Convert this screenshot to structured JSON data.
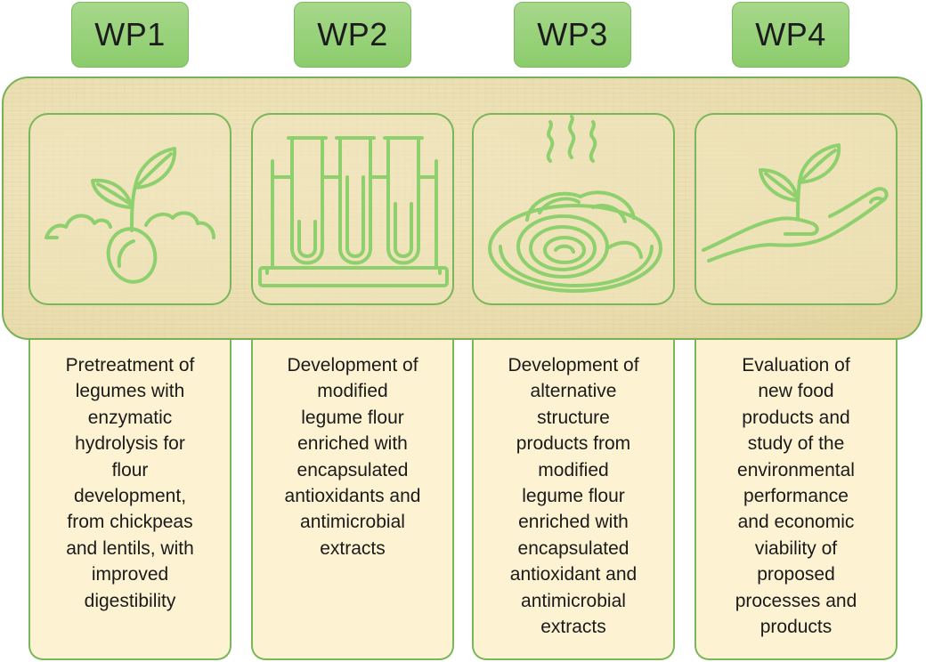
{
  "work_packages": [
    {
      "label": "WP1",
      "icon": "sprouting-seed-icon",
      "description": "Pretreatment of\nlegumes with\nenzymatic\nhydrolysis for\nflour\ndevelopment,\nfrom chickpeas\nand lentils,  with\nimproved\ndigestibility"
    },
    {
      "label": "WP2",
      "icon": "test-tubes-icon",
      "description": "Development of\nmodified\nlegume flour\nenriched with\nencapsulated\nantioxidants and\nantimicrobial\nextracts"
    },
    {
      "label": "WP3",
      "icon": "hot-food-plate-icon",
      "description": "Development of\nalternative\nstructure\nproducts from\nmodified\nlegume flour\nenriched with\nencapsulated\nantioxidant and\nantimicrobial\nextracts"
    },
    {
      "label": "WP4",
      "icon": "hand-with-plant-icon",
      "description": "Evaluation of\nnew food\nproducts and\nstudy of the\nenvironmental\nperformance\nand economic\nviability of\nproposed\nprocesses and\nproducts"
    }
  ],
  "colors": {
    "tab_green": "#8ccc6c",
    "icon_stroke": "#8ed06e",
    "border_green": "#7ab65a",
    "band_background": "#ece0b4",
    "description_background": "#fdf3d2"
  }
}
